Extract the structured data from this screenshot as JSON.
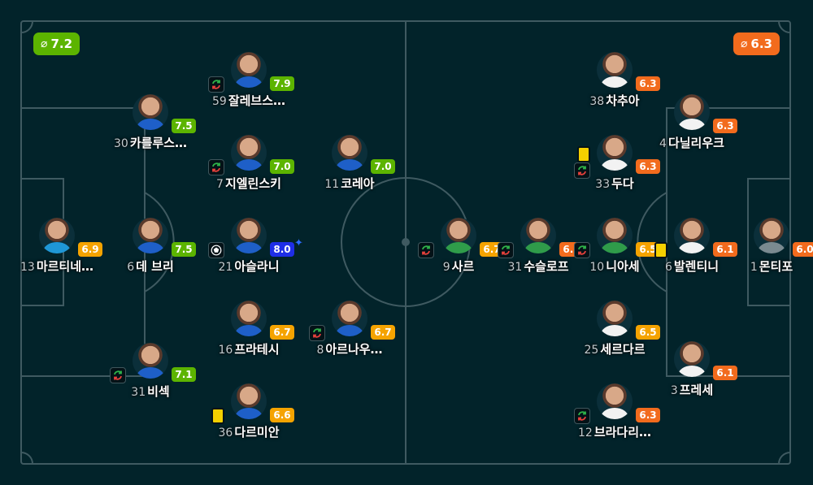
{
  "colors": {
    "background": "#02232a",
    "pitch_lines": "#3f5a61",
    "rating_green": "#5cb400",
    "rating_orange": "#f5a300",
    "rating_dark_orange": "#f26b1d",
    "rating_blue": "#1f2ee6",
    "yellow_card": "#f5d000"
  },
  "home_team": {
    "avg_label": "7.2",
    "avg_icon": "average-icon"
  },
  "away_team": {
    "avg_label": "6.3",
    "avg_icon": "average-icon"
  },
  "home_players": [
    {
      "number": "13",
      "name": "마르티네…",
      "rating": "6.9",
      "tier": "orange",
      "kit": "#1f97d6",
      "icons": []
    },
    {
      "number": "31",
      "name": "비섹",
      "rating": "7.1",
      "tier": "green",
      "kit": "#1e5fc8",
      "icons": [
        "substitution-icon"
      ]
    },
    {
      "number": "6",
      "name": "데 브리",
      "rating": "7.5",
      "tier": "green",
      "kit": "#1e5fc8",
      "icons": []
    },
    {
      "number": "30",
      "name": "카를루스…",
      "rating": "7.5",
      "tier": "green",
      "kit": "#1e5fc8",
      "icons": []
    },
    {
      "number": "36",
      "name": "다르미안",
      "rating": "6.6",
      "tier": "orange",
      "kit": "#1e5fc8",
      "icons": [
        "yellow-card-icon"
      ]
    },
    {
      "number": "16",
      "name": "프라테시",
      "rating": "6.7",
      "tier": "orange",
      "kit": "#1e5fc8",
      "icons": []
    },
    {
      "number": "21",
      "name": "아슬라니",
      "rating": "8.0",
      "tier": "blue",
      "kit": "#1e5fc8",
      "icons": [
        "goal-ball-icon",
        "star-icon"
      ]
    },
    {
      "number": "7",
      "name": "지엘린스키",
      "rating": "7.0",
      "tier": "green",
      "kit": "#1e5fc8",
      "icons": [
        "substitution-icon"
      ]
    },
    {
      "number": "59",
      "name": "잘레브스…",
      "rating": "7.9",
      "tier": "green",
      "kit": "#1e5fc8",
      "icons": [
        "substitution-icon"
      ]
    },
    {
      "number": "8",
      "name": "아르나우…",
      "rating": "6.7",
      "tier": "orange",
      "kit": "#1e5fc8",
      "icons": [
        "substitution-icon"
      ]
    },
    {
      "number": "11",
      "name": "코레아",
      "rating": "7.0",
      "tier": "green",
      "kit": "#1e5fc8",
      "icons": []
    }
  ],
  "away_players": [
    {
      "number": "9",
      "name": "사르",
      "rating": "6.7",
      "tier": "orange",
      "kit": "#2f9c4a",
      "icons": [
        "substitution-icon"
      ]
    },
    {
      "number": "31",
      "name": "수슬로프",
      "rating": "6.3",
      "tier": "dark",
      "kit": "#2f9c4a",
      "icons": [
        "substitution-icon"
      ]
    },
    {
      "number": "10",
      "name": "니아세",
      "rating": "6.5",
      "tier": "orange",
      "kit": "#2f9c4a",
      "icons": [
        "substitution-icon"
      ]
    },
    {
      "number": "12",
      "name": "브라다리…",
      "rating": "6.3",
      "tier": "dark",
      "kit": "#f2f2f2",
      "icons": [
        "substitution-icon"
      ]
    },
    {
      "number": "25",
      "name": "세르다르",
      "rating": "6.5",
      "tier": "orange",
      "kit": "#f2f2f2",
      "icons": []
    },
    {
      "number": "33",
      "name": "두다",
      "rating": "6.3",
      "tier": "dark",
      "kit": "#f2f2f2",
      "icons": [
        "yellow-card-icon",
        "substitution-icon"
      ]
    },
    {
      "number": "38",
      "name": "차추아",
      "rating": "6.3",
      "tier": "dark",
      "kit": "#f2f2f2",
      "icons": []
    },
    {
      "number": "3",
      "name": "프레세",
      "rating": "6.1",
      "tier": "dark",
      "kit": "#f2f2f2",
      "icons": []
    },
    {
      "number": "6",
      "name": "발렌티니",
      "rating": "6.1",
      "tier": "dark",
      "kit": "#f2f2f2",
      "icons": [
        "yellow-card-icon"
      ]
    },
    {
      "number": "4",
      "name": "다닐리우크",
      "rating": "6.3",
      "tier": "dark",
      "kit": "#f2f2f2",
      "icons": []
    },
    {
      "number": "1",
      "name": "몬티포",
      "rating": "6.0",
      "tier": "dark",
      "kit": "#7a8a90",
      "icons": []
    }
  ]
}
